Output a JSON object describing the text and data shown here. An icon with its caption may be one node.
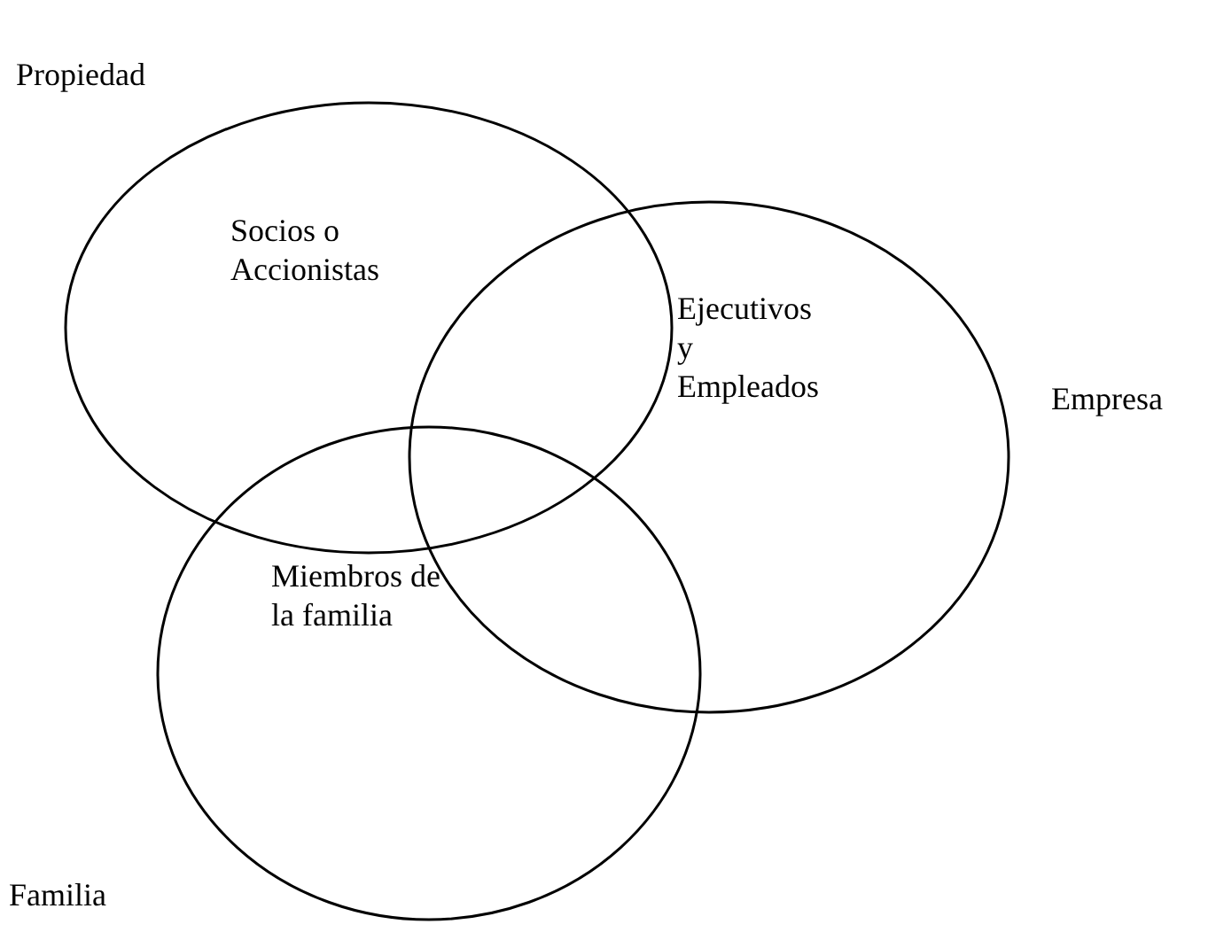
{
  "diagram": {
    "nodes": [
      {
        "text": [
          "Socios o Accionistas"
        ],
        "beside": [
          "Propiedad"
        ]
      },
      {
        "text": [
          "Ejecutivos y Empleados"
        ],
        "beside": [
          "Empresa"
        ]
      },
      {
        "text": [
          "Miembros de la familia"
        ],
        "beside": [
          "Familia"
        ]
      }
    ],
    "edges": []
  }
}
